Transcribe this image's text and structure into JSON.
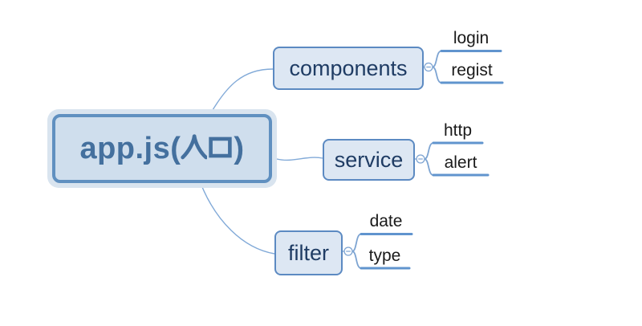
{
  "app": {
    "type": "mind-map",
    "background": "#ffffff"
  },
  "root": {
    "title": "app.js(入口)",
    "title_prefix": "app.js(",
    "title_cjk": "入口",
    "title_suffix": ")"
  },
  "branches": [
    {
      "label": "components",
      "collapse_indicator": "minus-circle-icon",
      "children": [
        {
          "label": "login"
        },
        {
          "label": "regist"
        }
      ]
    },
    {
      "label": "service",
      "collapse_indicator": "minus-circle-icon",
      "children": [
        {
          "label": "http"
        },
        {
          "label": "alert"
        }
      ]
    },
    {
      "label": "filter",
      "collapse_indicator": "minus-circle-icon",
      "children": [
        {
          "label": "date"
        },
        {
          "label": "type"
        }
      ]
    }
  ],
  "colors": {
    "root_fill": "#cfdeed",
    "root_border": "#6090c0",
    "root_halo": "#d9e4ef",
    "root_text": "#44709e",
    "branch_fill": "#dde7f3",
    "branch_border": "#5c8ac2",
    "branch_text": "#1f3c64",
    "child_text": "#1a1a1a",
    "connector_line": "#82aad8",
    "child_underline": "#6094ce"
  }
}
